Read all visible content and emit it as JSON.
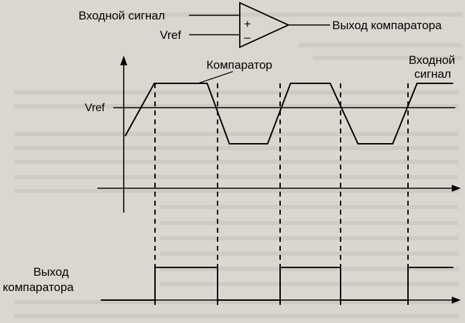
{
  "diagram": {
    "input_signal_label": "Входной сигнал",
    "vref_label": "Vref",
    "plus_sign": "+",
    "minus_sign": "–",
    "comparator_output_label": "Выход компаратора",
    "comparator_label": "Компаратор",
    "signal_label_line1": "Входной",
    "signal_label_line2": "сигнал",
    "vref_axis_label": "Vref",
    "output_label_line1": "Выход",
    "output_label_line2": "компаратора"
  },
  "colors": {
    "background": "#d9d7cf",
    "ink": "#000000",
    "bleed_text": "#a9a69d"
  },
  "icons": {
    "comparator": "op-amp-triangle-icon",
    "axis_arrows": "arrow-icon"
  }
}
